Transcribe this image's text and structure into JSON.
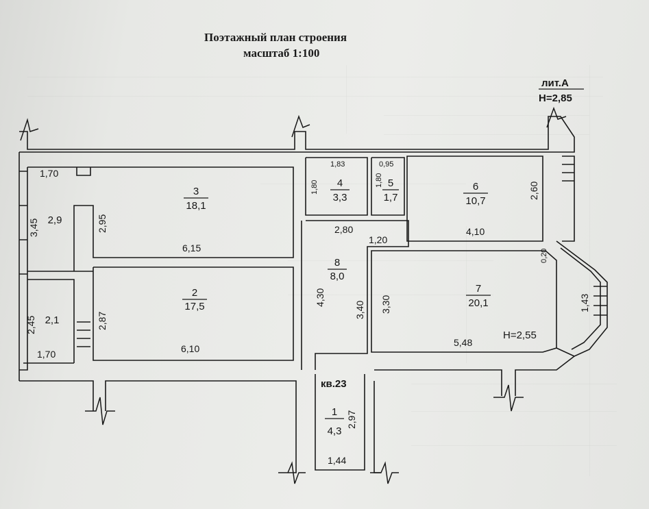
{
  "header": {
    "title_line1": "Поэтажный план строения",
    "title_line2": "масштаб 1:100"
  },
  "building": {
    "liter": "лит.А",
    "height_main": "Н=2,85",
    "height_room7": "Н=2,55",
    "apartment": "кв.23"
  },
  "rooms": [
    {
      "number": "1",
      "area": "4,3"
    },
    {
      "number": "2",
      "area": "17,5"
    },
    {
      "number": "3",
      "area": "18,1"
    },
    {
      "number": "4",
      "area": "3,3"
    },
    {
      "number": "5",
      "area": "1,7"
    },
    {
      "number": "6",
      "area": "10,7"
    },
    {
      "number": "7",
      "area": "20,1"
    },
    {
      "number": "8",
      "area": "8,0"
    }
  ],
  "unnumbered_areas": {
    "left_top": "2,9",
    "left_bottom": "2,1"
  },
  "dimensions": {
    "d_1_70_top": "1,70",
    "d_3_45": "3,45",
    "d_2_95": "2,95",
    "d_6_15": "6,15",
    "d_1_83": "1,83",
    "d_1_80_a": "1,80",
    "d_0_95": "0,95",
    "d_1_80_b": "1,80",
    "d_2_80": "2,80",
    "d_1_20": "1,20",
    "d_2_60": "2,60",
    "d_4_10": "4,10",
    "d_0_20": "0,20",
    "d_1_43": "1,43",
    "d_4_30": "4,30",
    "d_3_40": "3,40",
    "d_3_30": "3,30",
    "d_2_45": "2,45",
    "d_2_87": "2,87",
    "d_1_70_bottom": "1,70",
    "d_6_10": "6,10",
    "d_5_48": "5,48",
    "d_2_97": "2,97",
    "d_1_44": "1,44"
  },
  "colors": {
    "paper": "#ecedea",
    "ink": "#161616"
  }
}
